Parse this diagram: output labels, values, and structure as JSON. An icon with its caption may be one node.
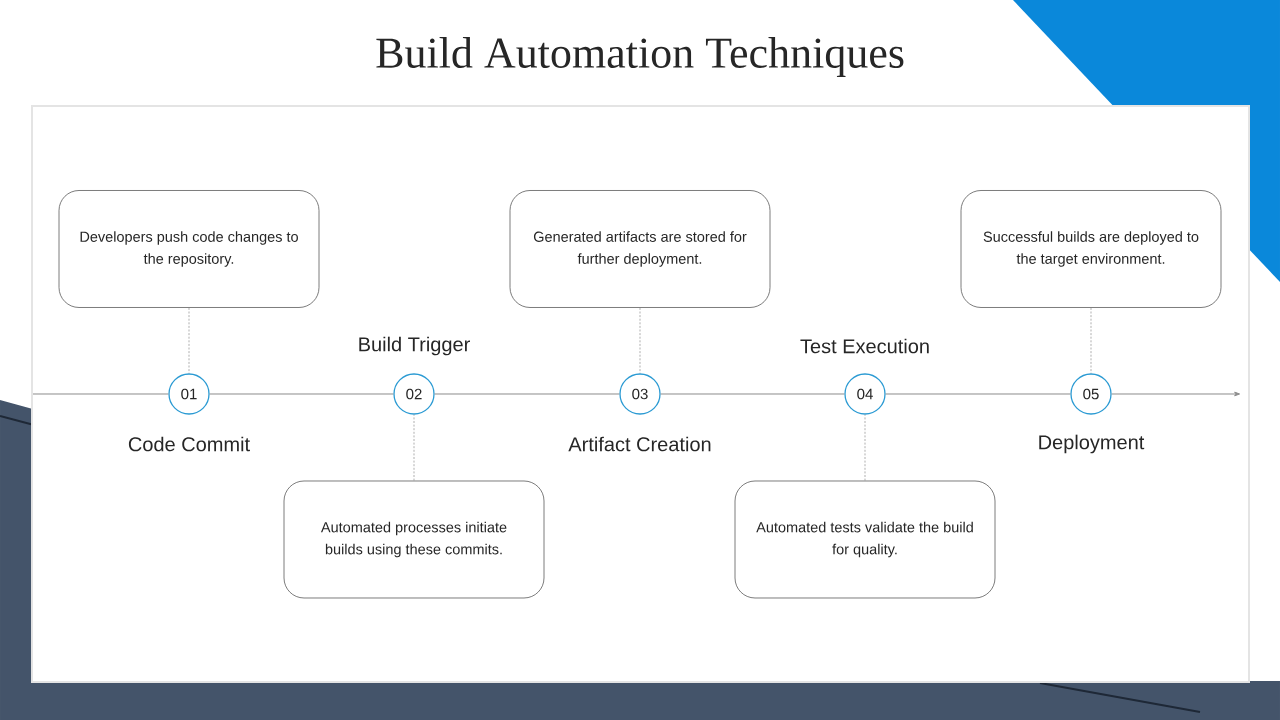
{
  "diagram": {
    "title": "Build Automation Techniques",
    "nodes": [
      {
        "text": [
          "01"
        ],
        "beside": [
          "Code Commit"
        ]
      },
      {
        "text": [
          "02"
        ],
        "beside": [
          "Build Trigger"
        ]
      },
      {
        "text": [
          "03"
        ],
        "beside": [
          "Artifact Creation"
        ]
      },
      {
        "text": [
          "04"
        ],
        "beside": [
          "Test Execution"
        ]
      },
      {
        "text": [
          "05"
        ],
        "beside": [
          "Deployment"
        ]
      },
      {
        "text": [
          "Developers push code changes to the repository."
        ]
      },
      {
        "text": [
          "Automated processes initiate builds using these commits."
        ]
      },
      {
        "text": [
          "Generated artifacts are stored for further deployment."
        ]
      },
      {
        "text": [
          "Automated tests validate the build for quality."
        ]
      },
      {
        "text": [
          "Successful builds are deployed to the target environment."
        ]
      }
    ],
    "edges": [
      {
        "from": null,
        "to": 0,
        "arrow": "none"
      },
      {
        "from": 0,
        "to": 1,
        "arrow": "none"
      },
      {
        "from": 1,
        "to": 2,
        "arrow": "none"
      },
      {
        "from": 2,
        "to": 3,
        "arrow": "none"
      },
      {
        "from": 3,
        "to": 4,
        "arrow": "none"
      },
      {
        "from": 4,
        "to": null,
        "arrow": "to"
      },
      {
        "from": 5,
        "to": 0,
        "arrow": "none",
        "style": "dashed"
      },
      {
        "from": 6,
        "to": 1,
        "arrow": "none",
        "style": "dashed"
      },
      {
        "from": 7,
        "to": 2,
        "arrow": "none",
        "style": "dashed"
      },
      {
        "from": 8,
        "to": 3,
        "arrow": "none",
        "style": "dashed"
      },
      {
        "from": 9,
        "to": 4,
        "arrow": "none",
        "style": "dashed"
      }
    ]
  }
}
